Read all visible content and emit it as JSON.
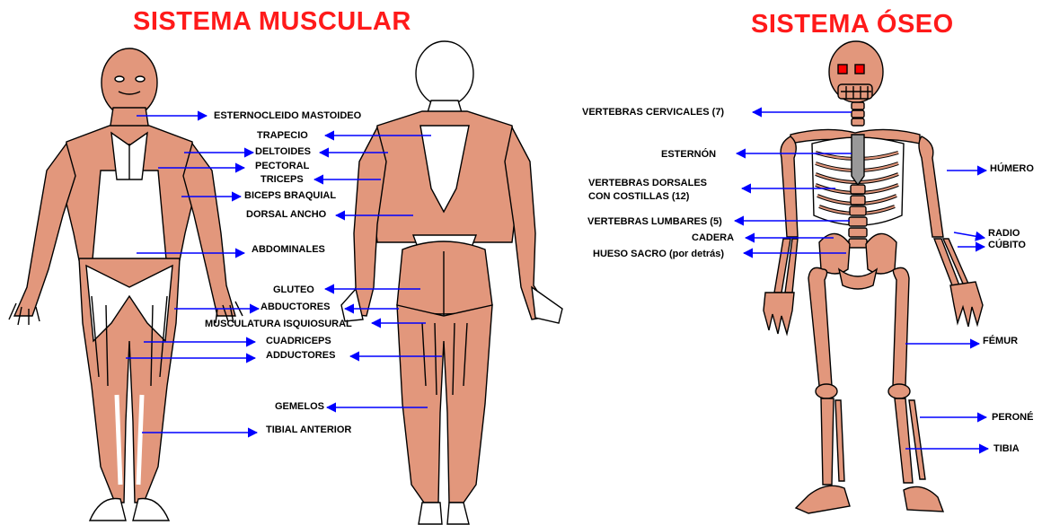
{
  "titles": {
    "muscular": "SISTEMA MUSCULAR",
    "oseo": "SISTEMA ÓSEO"
  },
  "muscular_labels": {
    "esternocleido": "ESTERNOCLEIDO MASTOIDEO",
    "trapecio": "TRAPECIO",
    "deltoides": "DELTOIDES",
    "pectoral": "PECTORAL",
    "triceps": "TRICEPS",
    "biceps": "BICEPS BRAQUIAL",
    "dorsal": "DORSAL ANCHO",
    "abdominales": "ABDOMINALES",
    "gluteo": "GLUTEO",
    "abductores": "ABDUCTORES",
    "isquiosural": "MUSCULATURA ISQUIOSURAL",
    "cuadriceps": "CUADRICEPS",
    "adductores": "ADDUCTORES",
    "gemelos": "GEMELOS",
    "tibial": "TIBIAL ANTERIOR"
  },
  "oseo_labels": {
    "cervicales": "VERTEBRAS CERVICALES (7)",
    "esternon": "ESTERNÓN",
    "dorsales_1": "VERTEBRAS DORSALES",
    "dorsales_2": "CON COSTILLAS (12)",
    "lumbares": "VERTEBRAS  LUMBARES (5)",
    "cadera": "CADERA",
    "sacro": "HUESO SACRO (por detrás)",
    "humero": "HÚMERO",
    "radio": "RADIO",
    "cubito": "CÚBITO",
    "femur": "FÉMUR",
    "perone": "PERONÉ",
    "tibia": "TIBIA"
  },
  "colors": {
    "title": "#ff1a1a",
    "arrow": "#0000ff",
    "skin": "#e2977c",
    "outline": "#000000",
    "tendon": "#ffffff",
    "eye": "#ff0000"
  }
}
